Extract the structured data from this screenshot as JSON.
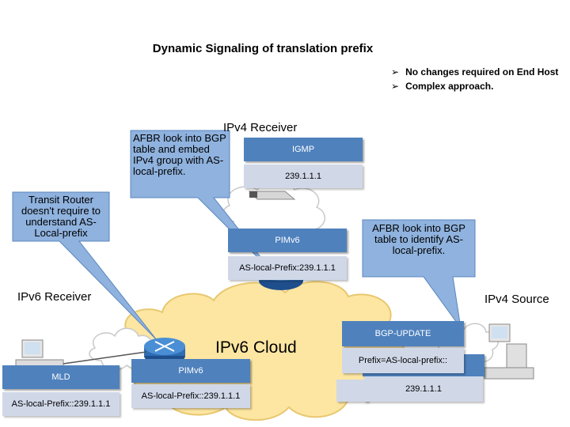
{
  "title": "Dynamic Signaling of translation prefix",
  "bullets": [
    "No changes required on End Host",
    "Complex approach."
  ],
  "labels": {
    "ipv4_receiver": "IPv4 Receiver",
    "ipv6_receiver": "IPv6 Receiver",
    "ipv4_source": "IPv4 Source",
    "ipv6_cloud": "IPv6 Cloud"
  },
  "callouts": {
    "transit": "Transit Router doesn't require to understand AS-Local-prefix",
    "afbr_top": "AFBR  look into BGP table and embed IPv4 group with AS-local-prefix.",
    "afbr_right": "AFBR  look into BGP table to identify AS-local-prefix."
  },
  "boxes": {
    "igmp": {
      "header": "IGMP",
      "value": "239.1.1.1"
    },
    "pim_top": {
      "header": "PIMv6",
      "value": "AS-local-Prefix:239.1.1.1"
    },
    "mld": {
      "header": "MLD",
      "value": "AS-local-Prefix::239.1.1.1"
    },
    "pim_bottom": {
      "header": "PIMv6",
      "value": "AS-local-Prefix::239.1.1.1"
    },
    "bgp": {
      "header": "BGP-UPDATE",
      "value": "Prefix=AS-local-prefix::",
      "extra": "239.1.1.1"
    }
  },
  "colors": {
    "header_blue": "#4f81bd",
    "sub_blue": "#d0d8e8",
    "cloud": "#fde6a2",
    "callout": "#8fb2de"
  }
}
